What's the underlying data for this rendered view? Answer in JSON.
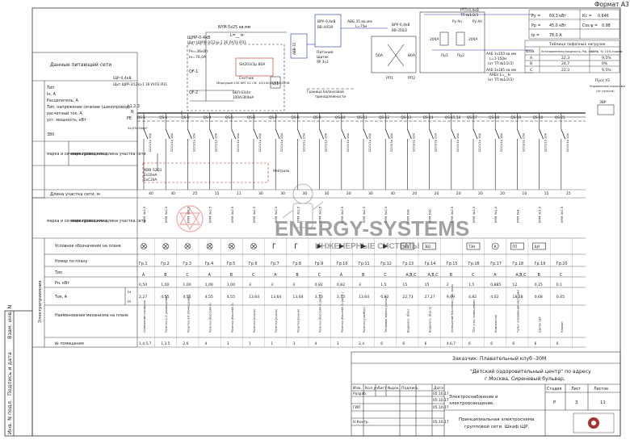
{
  "sheet": {
    "format_label": "Формат А3",
    "side_labels": [
      "Инв. N подл.",
      "Подпись и дата",
      "Взам. инв. N"
    ]
  },
  "legend": {
    "supply_data_title": "Данные питающей сети",
    "supply_rows": [
      "Тип",
      "Iн, А",
      "Расцепитель, А",
      "Тип, напряжение сечение (шинопровод)",
      "расчетный ток, А",
      "уст. мощность, кВт"
    ],
    "cable_mark": "марка и сечение проводника",
    "cable_mark2": "маркировка или длина участка сети",
    "line_length": "Длина участка сети, м",
    "consumer_title": "Электроприемник",
    "consumer_rows": [
      "Условное обозначение на плане",
      "Номер по плану",
      "Тип",
      "Pн, кВт",
      "Ток, А",
      "Наименование механизма на плане",
      "№ помещения"
    ],
    "tok_sub": [
      "Iн",
      "Iп"
    ],
    "v380": "380"
  },
  "top": {
    "main_cable": "NYM 5х25 кв.мм",
    "main_cable2": "L=__ м",
    "shr_name": "ЩНР-0,4кВ",
    "shr_desc": "Щит ЩУРВ-3/12зо-1 36 УХЛ3 IP31",
    "shr_p": "Рн=36кВт",
    "shr_i": "Iн=76,0А",
    "qf1": "QF-1",
    "qf2": "QF-2",
    "counter_label": "Счетчик",
    "counter_sub": "Меркурий 230 ART 02 CN, 10(100)А, 380/220В",
    "counter_sym": "W1",
    "breaker_box": "SH203/3р 80А",
    "vvod_label": "ВВП-63/4п",
    "vvod_sub": "100А/300мА",
    "shr2": "ЩР-0,4кВ",
    "shr2_desc": "Щит ЩРР-3/12зо-1 36 УХЛ3 IP31",
    "bus": "L1,2,3",
    "bus_n": "N",
    "bus_pe": "PE",
    "bus_text": "5x(25x3)мм²",
    "abb_label": "АВВ-32",
    "pit_label": "Питание",
    "pit_sub": "Щиток",
    "pit_sub2": "ЯР 3х3",
    "border_label": "Граница балансовой",
    "border_label2": "принадлежности",
    "vru_label": "ВРУ-0,4кВ",
    "vru_sub": "ВВ-4/630",
    "ava_label": "АВБ 35 кв.мм",
    "ava_sub": "L=75м",
    "vru2_label": "ВРУ-0,4кВ",
    "vru2_sub": "ВВ-350/2",
    "ka1": "50А",
    "ka2": "80А",
    "rp1": "РП1",
    "rp2": "РП2",
    "tp_label": "РТП-0,4кВ",
    "tp_sub": "ТП №1/2/3",
    "tp_left": "Ру Ап",
    "tp_right": "Ру Ап",
    "k1": "200А",
    "k2": "200А",
    "aab1": "ААБ 3х150 кв.мм",
    "aab1b": "L=1-150м",
    "aab1c": "(от ТП №1/2/3)",
    "aab2": "ААБ 3х185 кв.мм",
    "aab2b": "ААБл L=__м",
    "aab2c": "(от ТП №1/2/3)",
    "pr1": "Пр1",
    "pr2": "Пр2",
    "calc": [
      {
        "k": "Ру =",
        "v": "69,3 кВт",
        "k2": "Кс =",
        "v2": "0,646"
      },
      {
        "k": "Рр =",
        "v": "45,0 кВт",
        "k2": "Cos φ =",
        "v2": "0,98"
      },
      {
        "k": "Iр =",
        "v": "78,0 А",
        "k2": "",
        "v2": ""
      }
    ],
    "phase_title": "Таблица пофазных нагрузок",
    "phase_head": [
      "Фаза",
      "Установленная мощность, Рф, кВт",
      "ΔРф, % 15% норма"
    ],
    "phase_rows": [
      {
        "f": "А",
        "p": "22,3",
        "d": "9,5%"
      },
      {
        "f": "В",
        "p": "24,7",
        "d": "0%"
      },
      {
        "f": "С",
        "p": "22,3",
        "d": "9,5%"
      }
    ],
    "pusk_label": "Пуск УЗ",
    "pusk_sub": "Управление насосами",
    "pusk_sub2": "(от пульта)",
    "zb": "ЗВР",
    "abb_main": "АВВ S201",
    "abb_main2": "2х10мА",
    "abb_main3": "1хС20А",
    "neutral_note": "Нейтраль"
  },
  "groups": [
    {
      "qs": "QS-1",
      "br": "S201/1р 16А",
      "cable": "NYM 3х1,5",
      "len": "40",
      "sym": "lamp",
      "gr": "Гр.1",
      "ph": "А",
      "p": "0,50",
      "i": "2,27",
      "name": "Освещение коридора",
      "room": "1,4,5,7"
    },
    {
      "qs": "QS-2",
      "br": "S201/1р 16А",
      "cable": "NYM 3х2,5",
      "len": "40",
      "sym": "socket",
      "gr": "Гр.2",
      "ph": "В",
      "p": "1,00",
      "i": "4,55",
      "name": "Розетки 1-2 (помещение)",
      "room": "1,3,5"
    },
    {
      "qs": "QS-3",
      "br": "S201/1р 16А",
      "cable": "NYM 3х2,5",
      "len": "25",
      "sym": "socket",
      "gr": "Гр.3",
      "ph": "С",
      "p": "1,00",
      "i": "4,55",
      "name": "Розетки 3-6 (помещение)",
      "room": "2,6"
    },
    {
      "qs": "QS-4",
      "br": "S201/1р 16А",
      "cable": "NYM 3х2,5",
      "len": "15",
      "sym": "socket",
      "gr": "Гр.4",
      "ph": "А",
      "p": "1,00",
      "i": "4,55",
      "name": "Розетки (бассейн 4)",
      "room": "4"
    },
    {
      "qs": "QS-5",
      "br": "S201/1р 16А",
      "cable": "NYM 3х2,5",
      "len": "11",
      "sym": "socket",
      "gr": "Гр.5",
      "ph": "В",
      "p": "1,00",
      "i": "4,55",
      "name": "Розетки (бассейн 3)",
      "room": "3"
    },
    {
      "qs": "QS-6",
      "br": "S201/1р 25А",
      "cable": "NYM 3х2,5",
      "len": "30",
      "sym": "socket",
      "gr": "Гр.6",
      "ph": "С",
      "p": "3",
      "i": "13,64",
      "name": "Розетки (кухня)",
      "room": "1"
    },
    {
      "qs": "QS-7",
      "br": "S201/1р 25А",
      "cable": "NYM 3х2,5",
      "len": "30",
      "sym": "socket2",
      "gr": "Гр.7",
      "ph": "А",
      "p": "3",
      "i": "13,64",
      "name": "Розетки (кухня)",
      "room": "1"
    },
    {
      "qs": "QS-8",
      "br": "S201/1р 25А",
      "cable": "NYM 3х2,5",
      "len": "30",
      "sym": "socket2",
      "gr": "Гр.8",
      "ph": "В",
      "p": "3",
      "i": "13,64",
      "name": "Розетки (кухня)",
      "room": "3"
    },
    {
      "qs": "QS-9",
      "br": "S201/1р 16А",
      "cable": "NYM 3х2,5",
      "len": "30",
      "sym": "heater",
      "gr": "Гр.9",
      "ph": "С",
      "p": "0,82",
      "i": "3,73",
      "name": "Розетки (бассейн 4) (вент.)",
      "room": "4"
    },
    {
      "qs": "QS-10",
      "br": "S201/1р 16А",
      "cable": "NYM 3х2,5",
      "len": "30",
      "sym": "heater",
      "gr": "Гр.10",
      "ph": "А",
      "p": "0,82",
      "i": "3,73",
      "name": "Розетки (бассейн 3) (вент.)",
      "room": "3"
    },
    {
      "qs": "QS-11",
      "br": "S201/1р 25А",
      "cable": "NYM 3х2,5",
      "len": "30",
      "sym": "heater",
      "gr": "Гр.11",
      "ph": "В",
      "p": "3",
      "i": "13,64",
      "name": "Розетки (тамбур)",
      "room": "2,4"
    },
    {
      "qs": "QS-12",
      "br": "S203/3р 16А",
      "cable": "NYM 5х2,5",
      "len": "40",
      "sym": "heater",
      "gr": "Гр.12",
      "ph": "С",
      "p": "1,5",
      "i": "6,82",
      "name": "Тепловая завеса (насос)",
      "room": "6"
    },
    {
      "qs": "QS-13",
      "br": "S203/3р 32А",
      "cable": "NYM 5х6",
      "len": "20",
      "sym": "box-ЗВ1",
      "gr": "Гр.13",
      "ph": "А,В,С",
      "p": "15",
      "i": "22,73",
      "name": "Водонагр. (бак)",
      "room": "6"
    },
    {
      "qs": "QS-14",
      "br": "S203/3р 32А",
      "cable": "NYM 5х6",
      "len": "20",
      "sym": "box-ЗВ2",
      "gr": "Гр.14",
      "ph": "А,В,С",
      "p": "15",
      "i": "27,27",
      "name": "Водонагр. (бак 2)",
      "room": "6"
    },
    {
      "qs": "QS-15,16",
      "br": "S201/1р 16А",
      "cable": "NYM 3х2,5",
      "len": "20",
      "sym": "none",
      "gr": "Гр.15",
      "ph": "В",
      "p": "2",
      "i": "9,09",
      "name": "Освещение бассейна (тех. зона)",
      "room": "4,6,7"
    },
    {
      "qs": "QS-17",
      "br": "S201/1р 16А",
      "cable": "NYM 3х1,5",
      "len": "20",
      "sym": "box-ТЭН",
      "gr": "Гр.16",
      "ph": "С",
      "p": "1,5",
      "i": "4,82",
      "name": "ТЭН (тех. помещение)",
      "room": "6"
    },
    {
      "qs": "QS-18",
      "br": "S201/1р 16А",
      "cable": "NYM 3х1,5",
      "len": "20",
      "sym": "circle-K",
      "gr": "Гр.17",
      "ph": "А",
      "p": "0,885",
      "i": "4,02",
      "name": "Компрессор",
      "room": "6"
    },
    {
      "qs": "QS-19",
      "br": "S203/3р 25А",
      "cable": "NYM 5х4",
      "len": "10",
      "sym": "box-ПП",
      "gr": "Гр.18",
      "ph": "А,В,С",
      "p": "12",
      "i": "18,18",
      "name": "Пульт управления насосами",
      "room": "6"
    },
    {
      "qs": "QS-20",
      "br": "S201/1р 10А",
      "cable": "NYM 3х1,5",
      "len": "15",
      "sym": "box-ЩУ",
      "gr": "Гр.19",
      "ph": "В",
      "p": "0,15",
      "i": "0,68",
      "name": "Щиток ЩУ",
      "room": "6"
    },
    {
      "qs": "QS-21",
      "br": "S201/1р 10А",
      "cable": "NYM 3х1,5",
      "len": "15",
      "sym": "none",
      "gr": "Гр.20",
      "ph": "С",
      "p": "0,1",
      "i": "0,45",
      "name": "Клапан",
      "room": "6"
    }
  ],
  "title_block": {
    "customer": "Заказчик: Плавательный клуб -30М",
    "object": "\"Детский оздоровительный центр\" по адресу",
    "object2": "г.Москва, Сиреневый бульвар,",
    "head": [
      "Изм.",
      "Кол.уч",
      "Лист",
      "№док.",
      "Подпись",
      "Дата"
    ],
    "roles": [
      {
        "r": "Разраб.",
        "d": "05.10.17"
      },
      {
        "r": "",
        "d": "05.10.17"
      },
      {
        "r": "ГИП",
        "d": "05.10.17"
      },
      {
        "r": "",
        "d": ""
      },
      {
        "r": "Н.Контр.",
        "d": "05.10.17"
      }
    ],
    "section": "Электроснабжение и",
    "section2": "электроосвещение.",
    "stage_h": "Стадия",
    "sheet_h": "Лист",
    "sheets_h": "Листов",
    "stage": "Р",
    "sheet": "3",
    "sheets": "11",
    "drawing": "Принципиальная электросхема",
    "drawing2": "групповой сети. Шкаф ЩР."
  },
  "watermark": {
    "title": "ENERGY-SYSTEMS",
    "subtitle": "ИНЖЕНЕРНЫЕ СИСТЕМЫ"
  }
}
